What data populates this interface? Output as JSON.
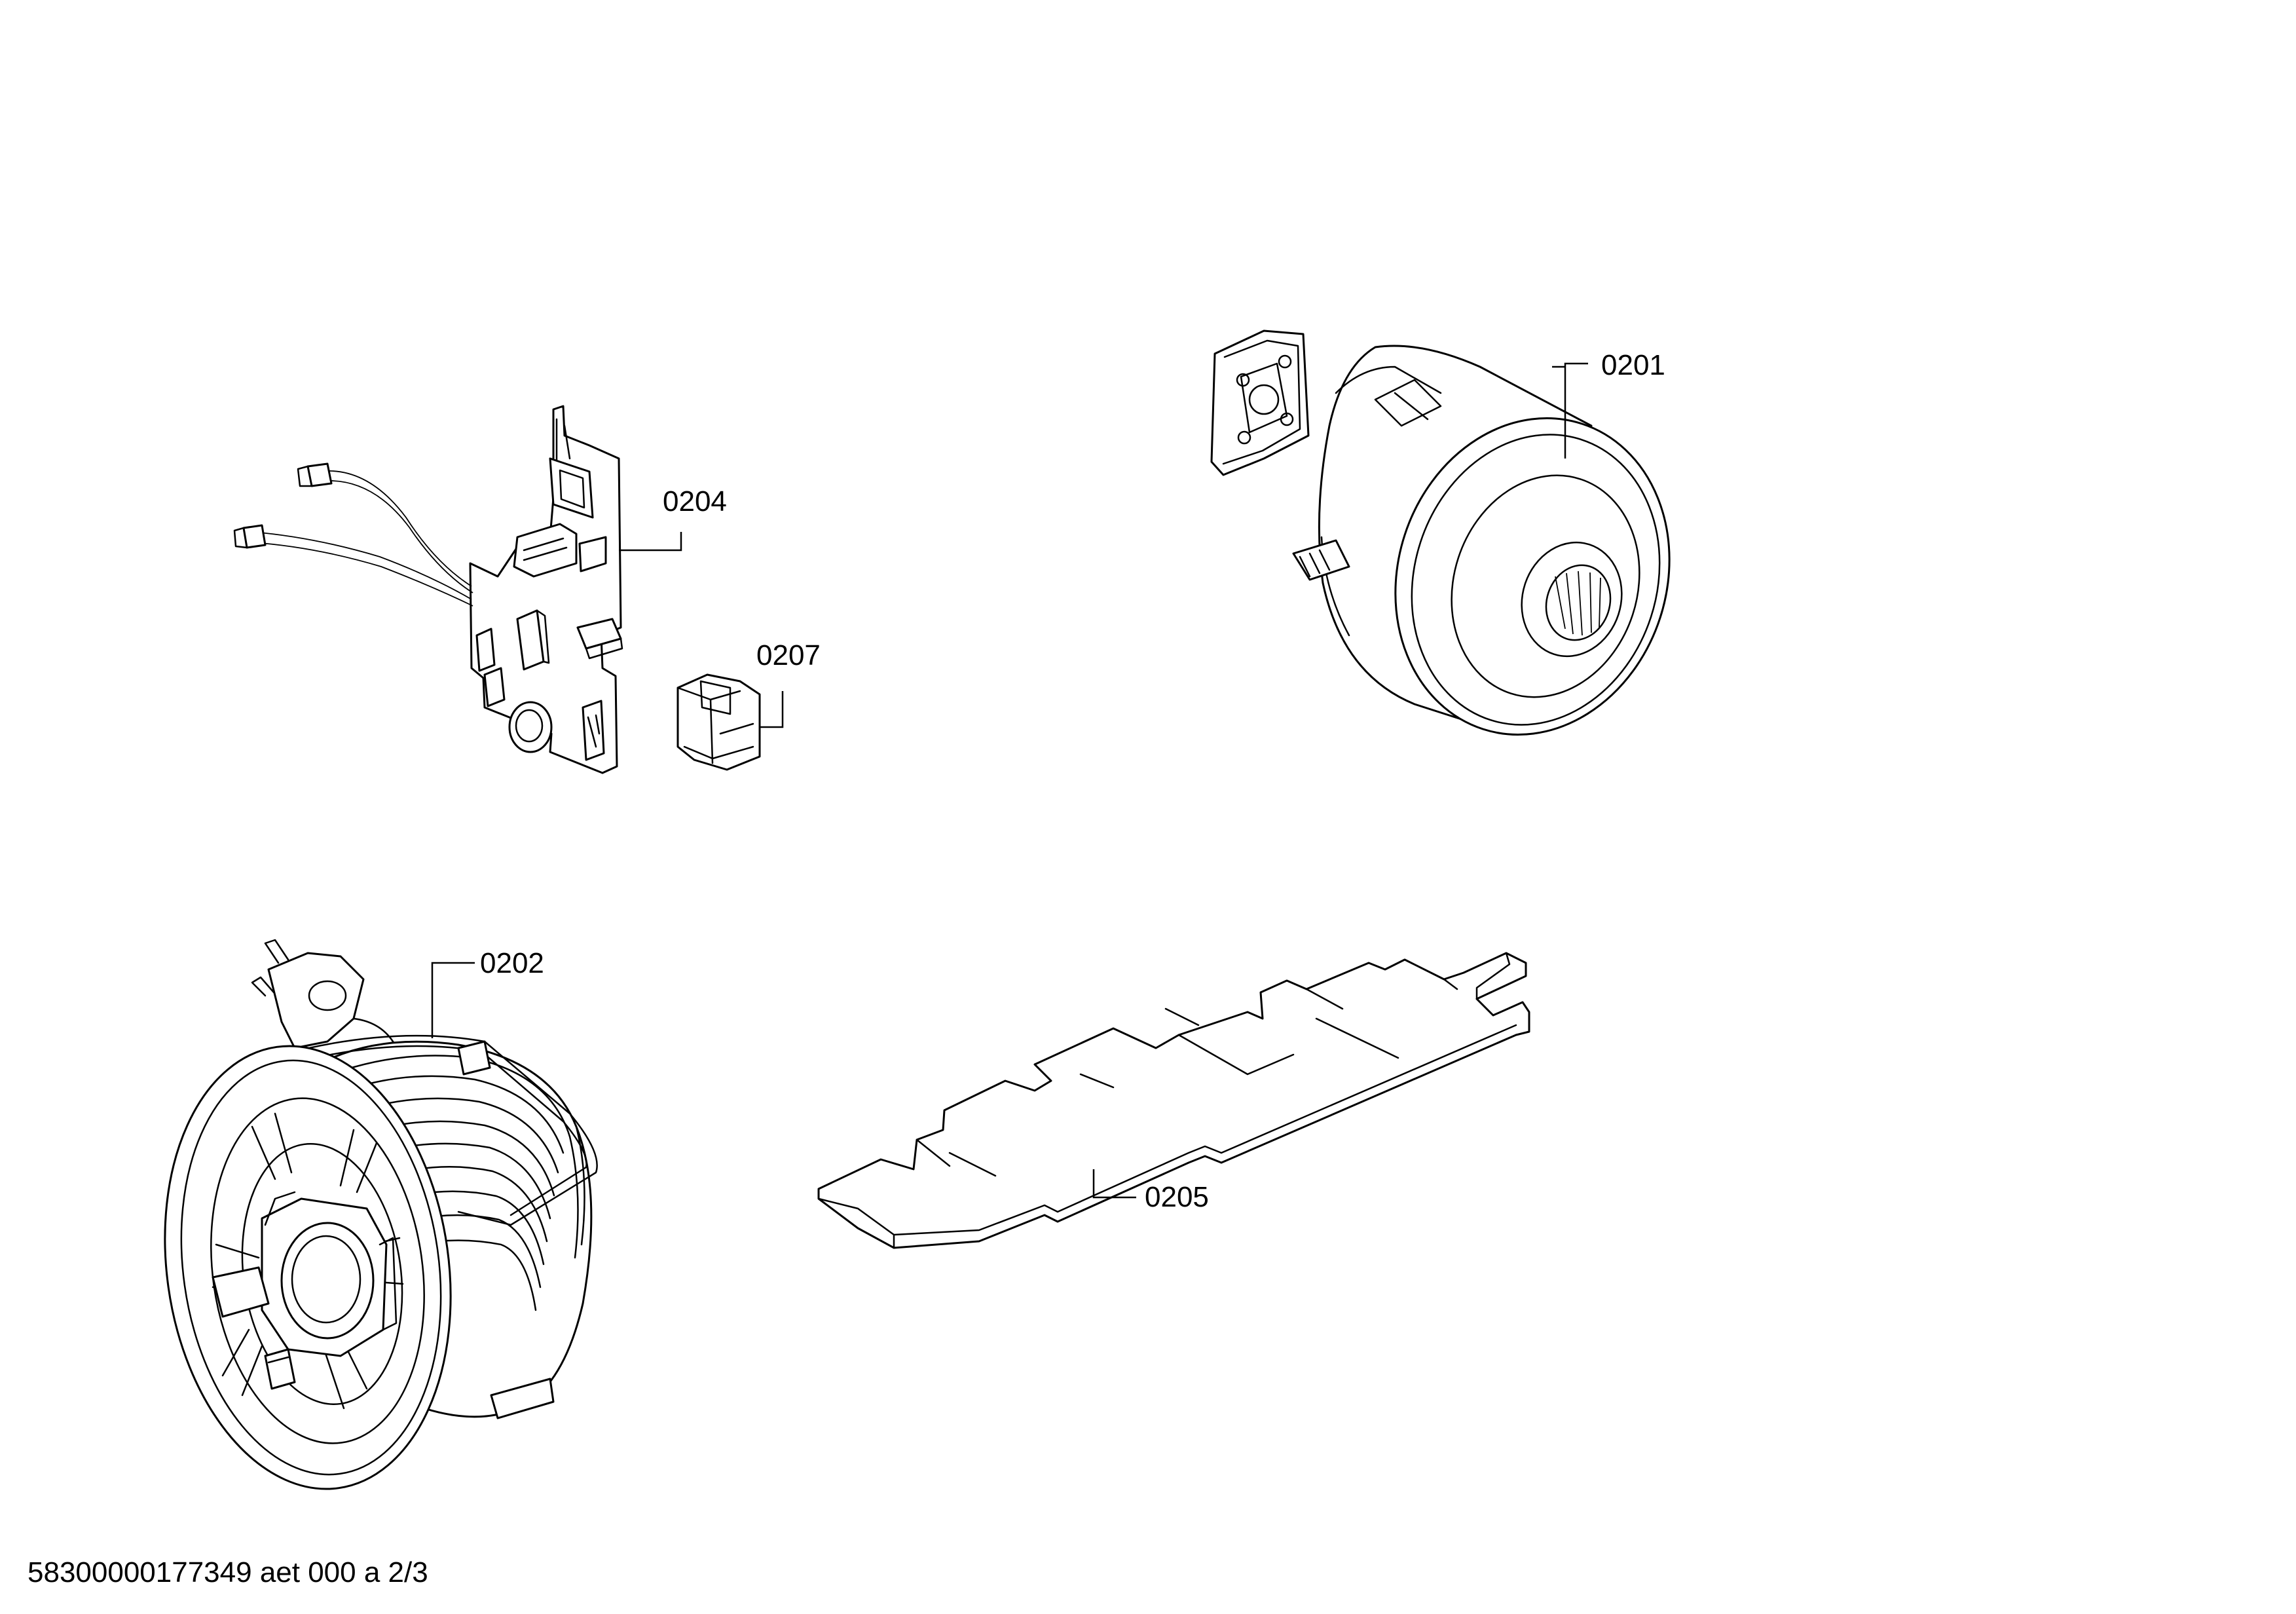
{
  "diagram": {
    "callouts": {
      "motor": "0201",
      "cable_reel": "0202",
      "circuit_board": "0204",
      "insulating_plate": "0205",
      "connector": "0207"
    },
    "footer": "58300000177349 aet 000 a 2/3"
  },
  "colors": {
    "line": "#000000",
    "background": "#ffffff"
  }
}
